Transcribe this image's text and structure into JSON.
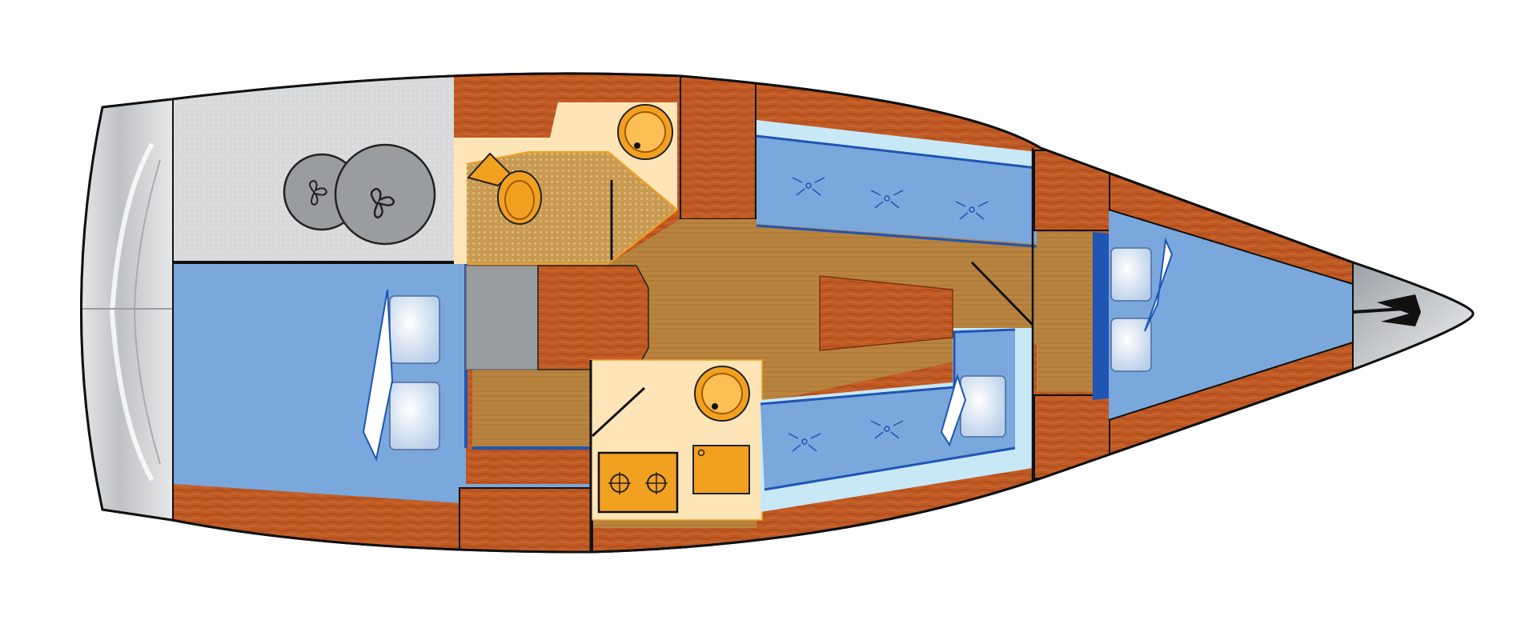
{
  "diagram": {
    "kind": "sailboat-interior-layout",
    "colors": {
      "wood": "#c05a24",
      "wood_dark": "#8f3f15",
      "cushion": "#7aa7dc",
      "cushion_edge": "#1f55b3",
      "cushion_light": "#c8e8f8",
      "floor": "#b9843f",
      "counter": "#fde5b8",
      "appliance": "#f2a020",
      "steel": "#d0d2d4",
      "gray_block": "#9a9da0",
      "outline": "#111111"
    },
    "areas": [
      {
        "id": "stern-transom",
        "icon": "transom"
      },
      {
        "id": "cockpit-locker",
        "icon": "wheels"
      },
      {
        "id": "head",
        "icon": "toilet"
      },
      {
        "id": "aft-cabin",
        "icon": "double-berth"
      },
      {
        "id": "companionway",
        "icon": "steps"
      },
      {
        "id": "saloon",
        "icon": "table"
      },
      {
        "id": "galley",
        "icon": "stove"
      },
      {
        "id": "forward-cabin",
        "icon": "v-berth"
      },
      {
        "id": "bow",
        "icon": "bow-fitting"
      }
    ]
  }
}
